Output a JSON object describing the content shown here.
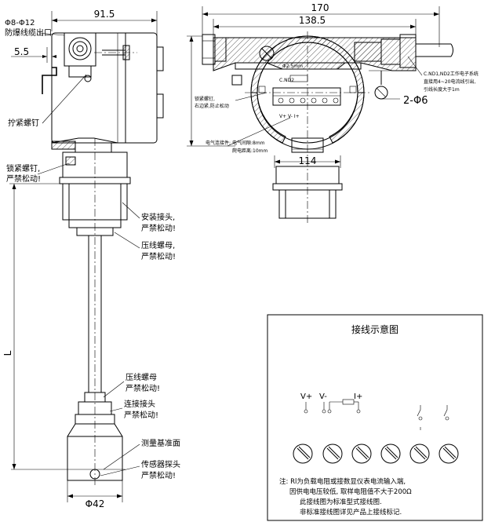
{
  "left_view": {
    "dim_width": "91.5",
    "dim_offset": "5.5",
    "cable_label": "Φ8-Φ12",
    "cable_outlet": "防爆线缆出口",
    "screw_label": "拧紧螺钉",
    "lock_screw": "锁紧螺钉,",
    "lock_warn": "严禁松动!",
    "joint_label": "安装接头,",
    "joint_warn": "严禁松动!",
    "nut_label": "压线螺母,",
    "nut_warn": "严禁松动!",
    "nut2_label": "压线螺母",
    "nut2_warn": "严禁松动!",
    "conn_label": "连接接头",
    "conn_warn": "严禁松动!",
    "plane_label": "测量基准面",
    "probe_label": "传感器探头",
    "probe_warn": "严禁松动!",
    "length_label": "L",
    "diameter": "Φ42"
  },
  "right_view": {
    "dim_170": "170",
    "dim_138": "138.5",
    "dim_114": "114",
    "holes": "2-Φ6",
    "cable_note_1": "C.ND1,ND2工作电子系统",
    "cable_note_2": "直接用4~20电流线引出,",
    "cable_note_3": "引线长度大于1m",
    "screw_note_1": "锁紧螺钉,",
    "screw_note_2": "右边紧,防止松动",
    "elec_note_1": "电气连接件:",
    "elec_note_2": "电气间隙:8mm",
    "elec_note_3": "爬电距离:10mm",
    "board_text": "Φ2.5mm",
    "board_row2": "C.ND2",
    "board_row3": "V+ V- I+"
  },
  "wiring": {
    "title": "接线示意图",
    "vplus": "V+",
    "vminus": "V-",
    "iplus": "I+",
    "note_1": "注: Rl为负载电阻或接数显仪表电流输入端,",
    "note_2": "因供电电压较低, 取样电阻值不大于200Ω",
    "note_3": "此接线图为标准型式接线图.",
    "note_4": "非标准接线图详见产品上接线标记."
  }
}
